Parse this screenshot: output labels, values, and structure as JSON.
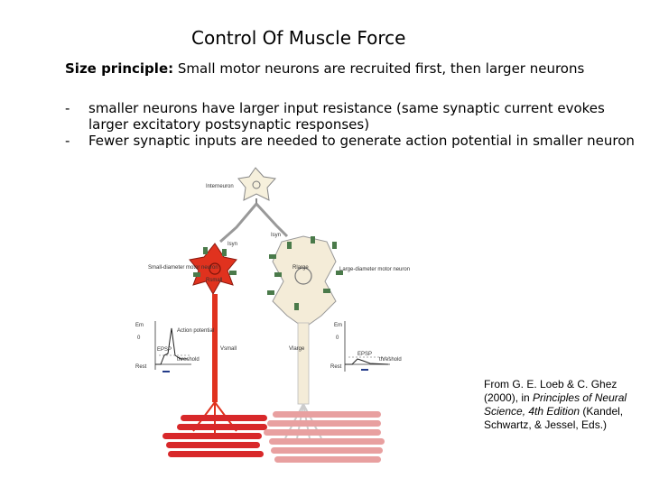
{
  "title": "Control Of Muscle Force",
  "principle": {
    "label": "Size principle:",
    "text": "Small motor neurons are recruited first, then larger neurons"
  },
  "bullets": [
    {
      "dash": "-",
      "text": "smaller neurons have larger input resistance (same synaptic current evokes larger excitatory postsynaptic responses)"
    },
    {
      "dash": "-",
      "text": "Fewer synaptic inputs are needed to generate action potential in smaller neuron"
    }
  ],
  "figure": {
    "interneuron": "Interneuron",
    "i_syn_left": "Isyn",
    "i_syn_right": "Isyn",
    "small_label": "Small-diameter motor neuron",
    "large_label": "Large-diameter motor neuron",
    "r_small": "Rsmall",
    "r_large": "Rlarge",
    "v_small": "Vsmall",
    "v_large": "Vlarge",
    "em_left": "Em",
    "zero_left": "0",
    "rest_left": "Rest",
    "epsp_left": "EPSP",
    "action_potential": "Action potential",
    "threshold_left": "threshold",
    "em_right": "Em",
    "zero_right": "0",
    "rest_right": "Rest",
    "epsp_right": "EPSP",
    "threshold_right": "threshold",
    "colors": {
      "small_neuron": "#e0321e",
      "large_neuron": "#f4ecd8",
      "synapse": "#4a7a4a",
      "muscle_small": "#d8282a",
      "muscle_large": "#e8a0a0"
    }
  },
  "citation": {
    "line1": "From G. E. Loeb & C. Ghez (2000), in",
    "italic": "Principles of Neural Science, 4th Edition",
    "line3": "(Kandel, Schwartz, & Jessel, Eds.)"
  }
}
